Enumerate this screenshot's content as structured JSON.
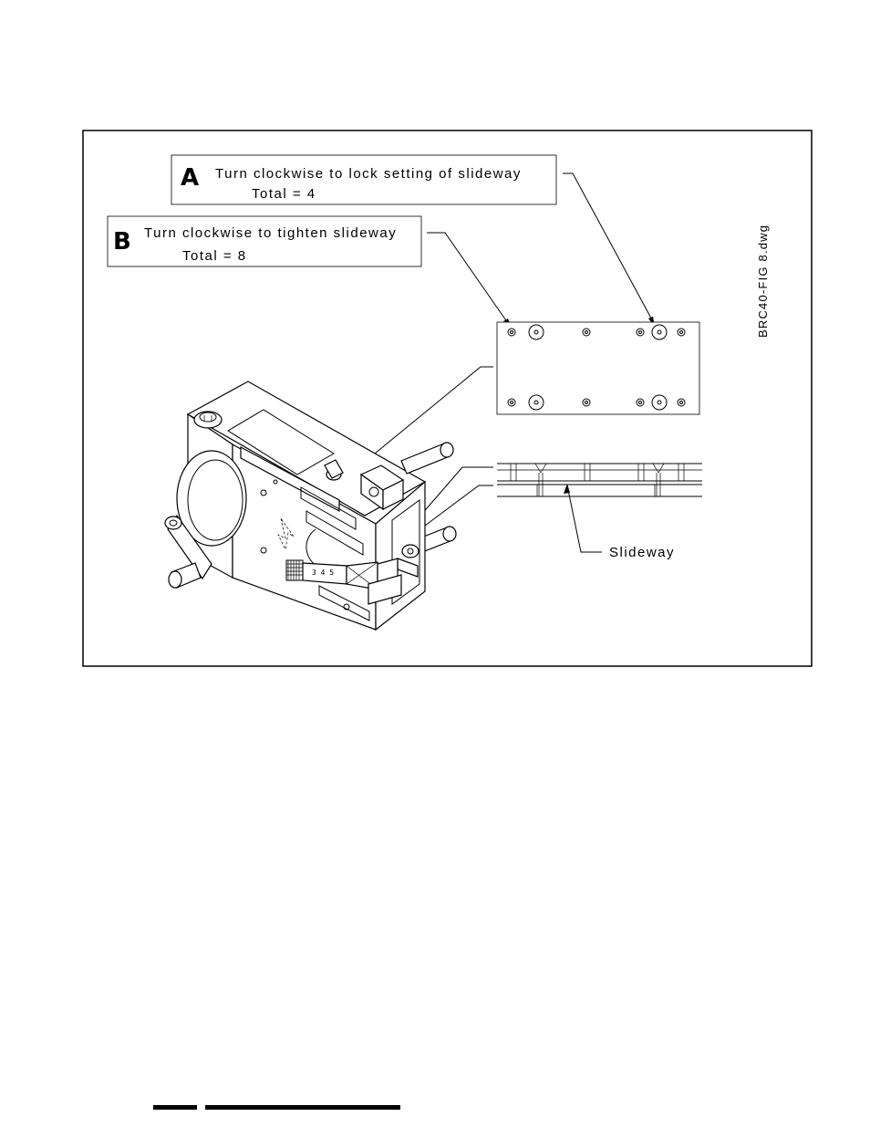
{
  "callout_a": {
    "letter": "A",
    "text": "Turn clockwise to lock setting of slideway",
    "total": "Total = 4"
  },
  "callout_b": {
    "letter": "B",
    "text": "Turn clockwise to tighten slideway",
    "total": "Total = 8"
  },
  "slideway_label": "Slideway",
  "drawing_id": "BRC40-FIG 8.dwg",
  "scale_marking": "3 4 5"
}
